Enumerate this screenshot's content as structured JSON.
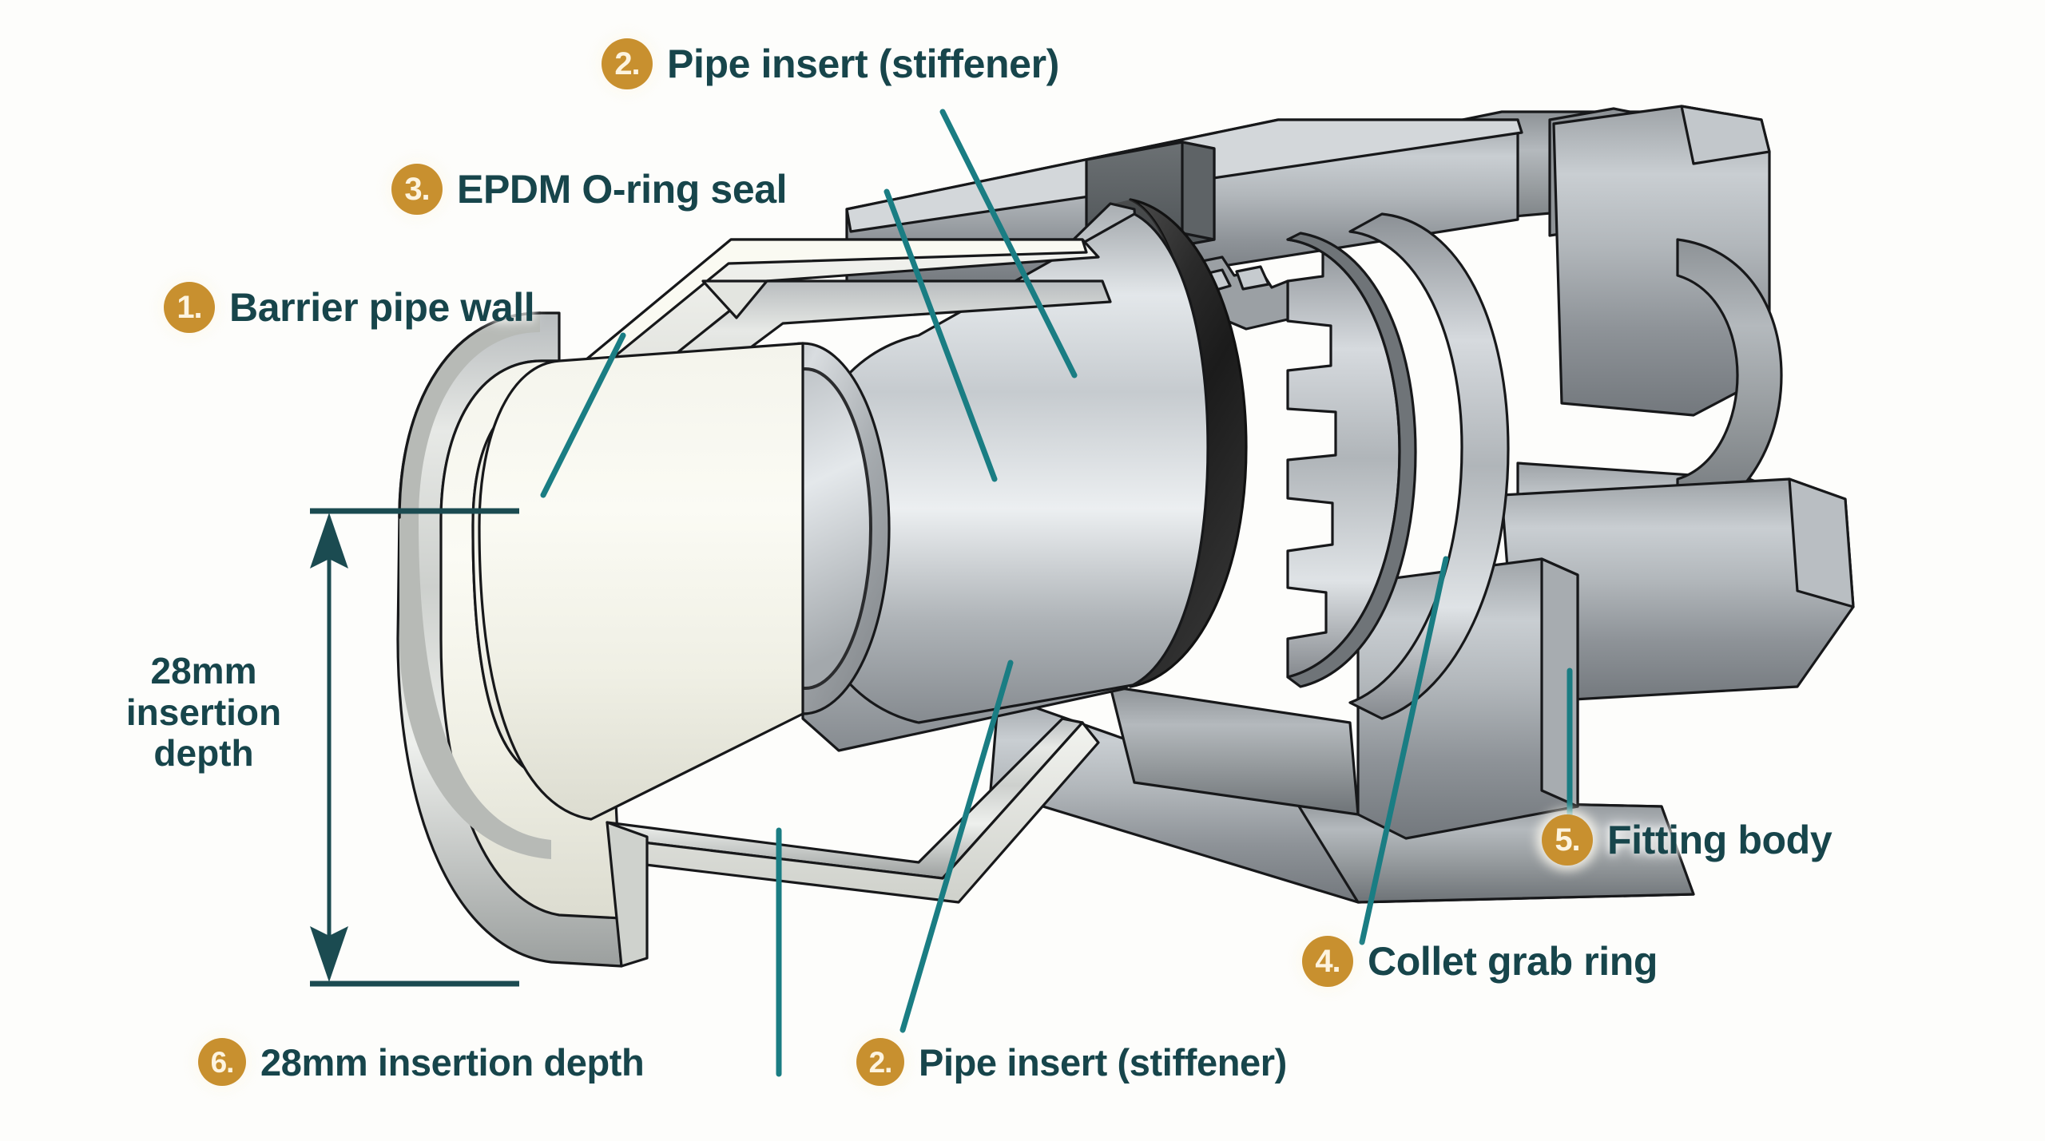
{
  "figure": {
    "title": "Push-fit barrier pipe connection cutaway",
    "background_color": "#fdfdfb",
    "accent_badge_color": "#c8902f",
    "label_text_color": "#17454b",
    "leader_line_color": "#1a7d83",
    "dimension_line_color": "#1b4b51"
  },
  "callouts": [
    {
      "number": "1.",
      "label": "Barrier pipe wall"
    },
    {
      "number": "2.",
      "label": "Pipe insert (stiffener)"
    },
    {
      "number": "3.",
      "label": "EPDM O-ring seal"
    },
    {
      "number": "4.",
      "label": "Collet grab ring"
    },
    {
      "number": "5.",
      "label": "Fitting body"
    },
    {
      "number": "6.",
      "label": "28mm insertion depth"
    },
    {
      "number": "2.",
      "label": "Pipe insert (stiffener)"
    }
  ],
  "dimension": {
    "line1": "28mm",
    "line2": "insertion",
    "line3": "depth"
  }
}
